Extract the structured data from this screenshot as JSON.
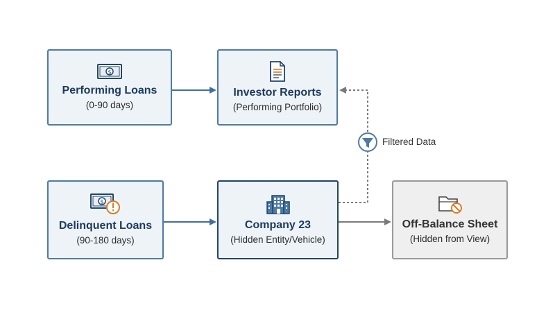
{
  "nodes": {
    "performing_loans": {
      "title": "Performing Loans",
      "sub": "(0-90 days)",
      "icon": "cash-icon"
    },
    "investor_reports": {
      "title": "Investor Reports",
      "sub": "(Performing Portfolio)",
      "icon": "document-icon"
    },
    "delinquent_loans": {
      "title": "Delinquent Loans",
      "sub": "(90-180 days)",
      "icon": "cash-warning-icon"
    },
    "company23": {
      "title": "Company 23",
      "sub": "(Hidden Entity/Vehicle)",
      "icon": "building-icon"
    },
    "off_balance": {
      "title": "Off-Balance Sheet",
      "sub": "(Hidden from View)",
      "icon": "folder-blocked-icon"
    }
  },
  "filter": {
    "label": "Filtered Data",
    "icon": "funnel-icon"
  },
  "colors": {
    "arrow_blue": "#3f6f9c",
    "arrow_gray": "#7a7a7a",
    "warning_orange": "#e07a1f",
    "icon_navy": "#1f4569"
  }
}
